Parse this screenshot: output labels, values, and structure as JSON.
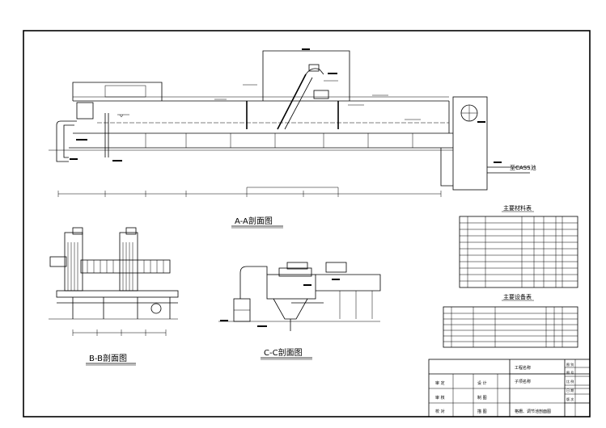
{
  "sections": {
    "aa_title": "A-A剖面图",
    "bb_title": "B-B剖面图",
    "cc_title": "C-C剖面图"
  },
  "labels": {
    "outlet": "至CASS池"
  },
  "tables": {
    "table1_title": "主要材料表",
    "table2_title": "主要设备表"
  },
  "title_block": {
    "project_label": "工程名称",
    "subproject_label": "子项名称",
    "drawing_name": "格栅、调节池剖面图",
    "rows_left": [
      "审 定",
      "审 核",
      "校 对"
    ],
    "rows_mid": [
      "设 计",
      "制 图",
      "描 图"
    ],
    "right_cells": [
      "图 别",
      "图 号",
      "比 例",
      "日 期",
      "版 次"
    ]
  },
  "colors": {
    "ink": "#000000",
    "paper": "#ffffff"
  }
}
